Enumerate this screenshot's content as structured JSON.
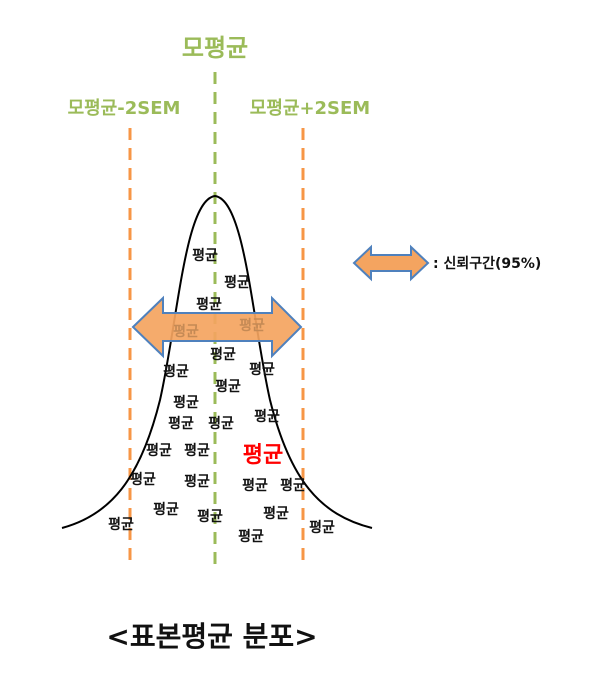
{
  "diagram": {
    "title": "모평균",
    "left_bound": "모평균-2SEM",
    "right_bound": "모평균+2SEM",
    "legend_text": ": 신뢰구간(95%)",
    "caption": "<표본평균 분포>",
    "sample_label": "평균",
    "highlight_label": "평균",
    "colors": {
      "green": "#9bbb59",
      "orange_line": "#f79646",
      "arrow_fill": "#f4a460",
      "arrow_stroke": "#4f81bd",
      "highlight": "#ff0000",
      "curve": "#000000"
    }
  }
}
